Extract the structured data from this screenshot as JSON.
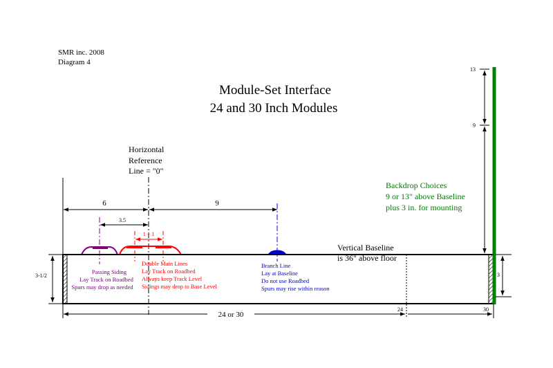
{
  "header": {
    "company": "SMR inc. 2008",
    "diagram_label": "Diagram 4"
  },
  "title": {
    "line1": "Module-Set Interface",
    "line2": "24 and 30 Inch Modules"
  },
  "reference_line": {
    "line1": "Horizontal",
    "line2": "Reference",
    "line3": "Line = \"0\""
  },
  "dimensions": {
    "left_6": "6",
    "right_9": "9",
    "offset_3_5": "3.5",
    "double_1_1": "1 + 1",
    "height_3_1_2": "3-1/2",
    "height_3": "3",
    "width_24_or_30": "24 or 30",
    "mark_24": "24",
    "mark_30": "30",
    "backdrop_13": "13",
    "backdrop_9": "9"
  },
  "baseline": {
    "line1": "Vertical Baseline",
    "line2": "is 36\" above floor"
  },
  "backdrop": {
    "line1": "Backdrop Choices",
    "line2": "9 or 13\" above Baseline",
    "line3": "plus 3 in. for mounting"
  },
  "passing_siding": {
    "line1": "Passing Siding",
    "line2": "Lay Track on Roadbed",
    "line3": "Spurs may drop as needed"
  },
  "double_main": {
    "line1": "Double Main Lines",
    "line2": "Lay Track on Roadbed",
    "line3": "Always keep Track Level",
    "line4": "Sidings may drop to Base Level"
  },
  "branch_line": {
    "line1": "Branch Line",
    "line2": "Lay at Baseline",
    "line3": "Do not use Roadbed",
    "line4": "Spurs may rise within reason"
  },
  "colors": {
    "purple": "#800080",
    "red": "#ff0000",
    "blue": "#0000cc",
    "green": "#008000",
    "black": "#000000"
  }
}
